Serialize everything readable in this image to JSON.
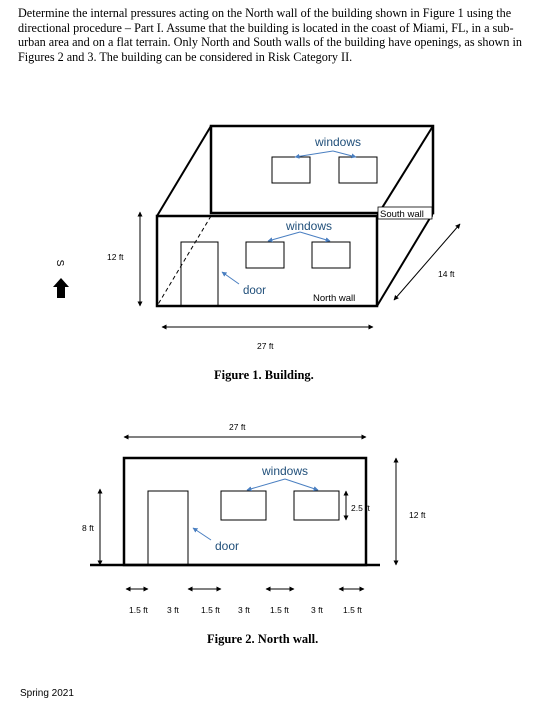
{
  "problem": {
    "text": "Determine the internal pressures acting on the North wall of the building shown in Figure 1 using the directional procedure – Part I. Assume that the building is located in the coast of Miami, FL, in a sub-urban area and on a flat terrain. Only North and South walls of the building have openings, as shown in Figures 2 and 3. The building can be considered in Risk Category II."
  },
  "figure1": {
    "caption": "Figure 1. Building.",
    "label_windows_top": "windows",
    "label_windows_front": "windows",
    "label_south_wall": "South wall",
    "label_north_wall": "North wall",
    "label_door": "door",
    "label_height": "12 ft",
    "label_depth": "14 ft",
    "label_width": "27 ft",
    "compass": "S"
  },
  "figure2": {
    "caption": "Figure 2. North wall.",
    "label_width": "27 ft",
    "label_windows": "windows",
    "label_door": "door",
    "label_door_height": "8 ft",
    "label_window_height": "2.5 ft",
    "label_height": "12 ft",
    "dimensions": [
      "1.5 ft",
      "3 ft",
      "1.5 ft",
      "3 ft",
      "1.5 ft",
      "3 ft",
      "1.5 ft"
    ]
  },
  "footer": {
    "text": "Spring 2021"
  }
}
